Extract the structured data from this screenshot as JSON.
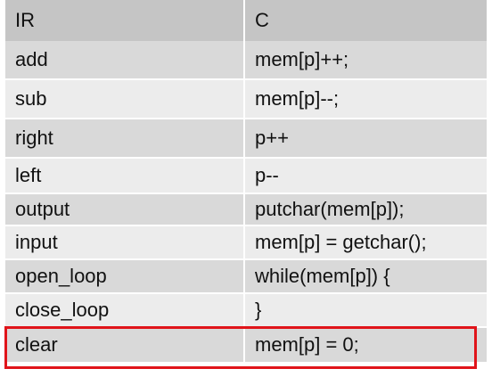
{
  "table": {
    "headers": [
      "IR",
      "C"
    ],
    "rows": [
      {
        "ir": "add",
        "c": "mem[p]++;"
      },
      {
        "ir": "sub",
        "c": "mem[p]--;"
      },
      {
        "ir": "right",
        "c": "p++"
      },
      {
        "ir": "left",
        "c": "p--"
      },
      {
        "ir": "output",
        "c": "putchar(mem[p]);"
      },
      {
        "ir": "input",
        "c": "mem[p] = getchar();"
      },
      {
        "ir": "open_loop",
        "c": "while(mem[p]) {"
      },
      {
        "ir": "close_loop",
        "c": "}"
      },
      {
        "ir": "clear",
        "c": "mem[p] = 0;"
      }
    ],
    "highlighted_row": "clear"
  },
  "colors": {
    "header_bg": "#c5c5c5",
    "row_dark": "#d9d9d9",
    "row_light": "#ececec",
    "highlight": "#e0141a"
  }
}
